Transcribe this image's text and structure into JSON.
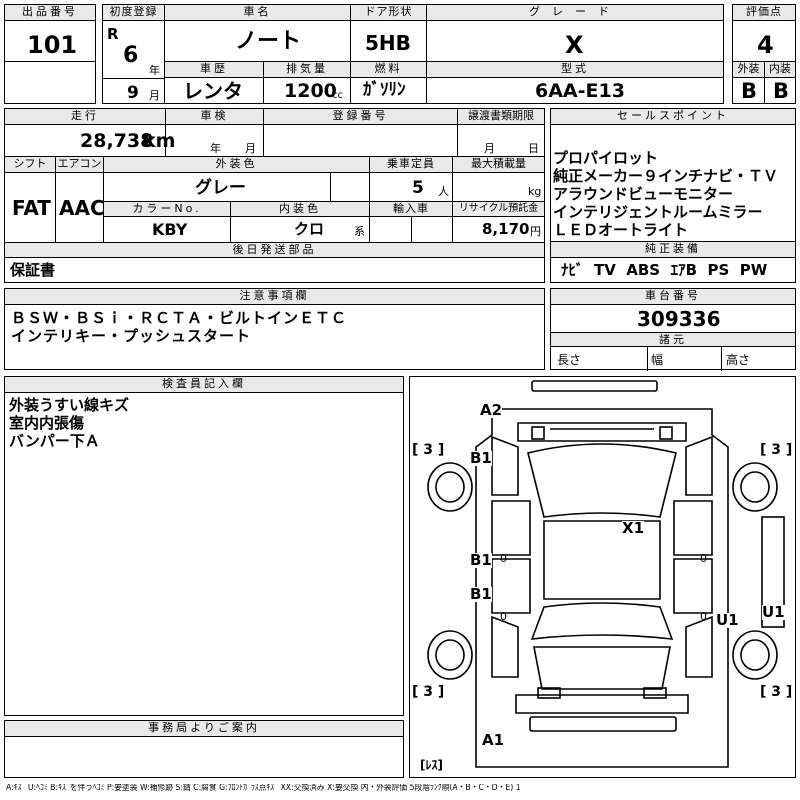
{
  "header": {
    "lot_label": "出品番号",
    "lot_number": "101",
    "first_reg_label": "初度登録",
    "era": "R",
    "year_value": "6",
    "year_unit": "年",
    "month_value": "9",
    "month_unit": "月",
    "car_name_label": "車名",
    "car_name": "ノート",
    "door_label": "ドア形状",
    "door_type": "5HB",
    "grade_label": "グレード",
    "grade": "X",
    "score_label": "評価点",
    "score": "4",
    "history_label": "車歴",
    "history": "レンタ",
    "displacement_label": "排気量",
    "displacement": "1200",
    "displacement_unit": "cc",
    "fuel_label": "燃料",
    "fuel": "ｶﾞｿﾘﾝ",
    "model_code_label": "型式",
    "model_code": "6AA-E13",
    "exterior_grade_label": "外装",
    "exterior_grade": "B",
    "interior_grade_label": "内装",
    "interior_grade": "B"
  },
  "details": {
    "mileage_label": "走行",
    "mileage": "28,738",
    "mileage_unit": "km",
    "inspection_label": "車検",
    "inspection_year_unit": "年",
    "inspection_month_unit": "月",
    "reg_no_label": "登録番号",
    "transfer_label": "譲渡書類期限",
    "transfer_month_unit": "月",
    "transfer_day_unit": "日",
    "shift_label": "シフト",
    "shift": "FAT",
    "ac_label": "エアコン",
    "ac": "AAC",
    "ext_color_label": "外装色",
    "ext_color": "グレー",
    "capacity_label": "乗車定員",
    "capacity": "5",
    "capacity_unit": "人",
    "max_load_label": "最大積載量",
    "max_load_unit": "kg",
    "color_no_label": "カラーNo.",
    "color_no": "KBY",
    "int_color_label": "内装色",
    "int_color": "クロ",
    "int_color_suffix": "系",
    "import_label": "輸入車",
    "recycle_label": "リサイクル預託金",
    "recycle_fee": "8,170",
    "recycle_unit": "円",
    "later_items_label": "後日発送部品",
    "later_items": "保証書"
  },
  "sales_points": {
    "label": "セールスポイント",
    "lines": [
      "プロパイロット",
      "純正メーカー９インチナビ・ＴＶ",
      "アラウンドビューモニター",
      "インテリジェントルームミラー",
      "ＬＥＤオートライト"
    ]
  },
  "equipment": {
    "label": "純正装備",
    "items": [
      "ﾅﾋﾞ",
      "TV",
      "ABS",
      "ｴｱB",
      "PS",
      "PW"
    ]
  },
  "caution": {
    "label": "注意事項欄",
    "lines": [
      "ＢＳＷ・ＢＳｉ・ＲＣＴＡ・ビルトインＥＴＣ",
      "インテリキー・プッシュスタート"
    ]
  },
  "chassis": {
    "label": "車台番号",
    "number": "309336",
    "specs_label": "諸元",
    "length_label": "長さ",
    "width_label": "幅",
    "height_label": "高さ"
  },
  "inspector": {
    "label": "検査員記入欄",
    "lines": [
      "外装うすい線キズ",
      "室内内張傷",
      "バンパー下Ａ"
    ]
  },
  "office": {
    "label": "事務局よりご案内"
  },
  "diagram": {
    "marks": {
      "a2": "A2",
      "b1_top": "B1",
      "x1": "X1",
      "b1_mid": "B1",
      "b1_low": "B1",
      "u1_rear": "U1",
      "u1_side": "U1",
      "a1": "A1"
    },
    "tread_tl": "[ 3 ]",
    "tread_tr": "[ 3 ]",
    "tread_bl": "[ 3 ]",
    "tread_br": "[ 3 ]",
    "tire_zero_1": "0",
    "tire_zero_2": "0",
    "tire_zero_3": "0",
    "tire_zero_4": "0",
    "spare_label": "[ﾚｽ]"
  },
  "legend": "A:ｷｽﾞ U:ﾍｺﾐ B:ｷｽﾞを伴うﾍｺﾐ P:要塗装 W:補修跡 S:錆 C:腐食 G:ﾌﾛﾝﾄｶﾞﾗｽ点ｷｽﾞ XX:交換済み X:要交換 内・外装評価 5段階ﾗﾝｸ順(A・B・C・D・E) 1"
}
